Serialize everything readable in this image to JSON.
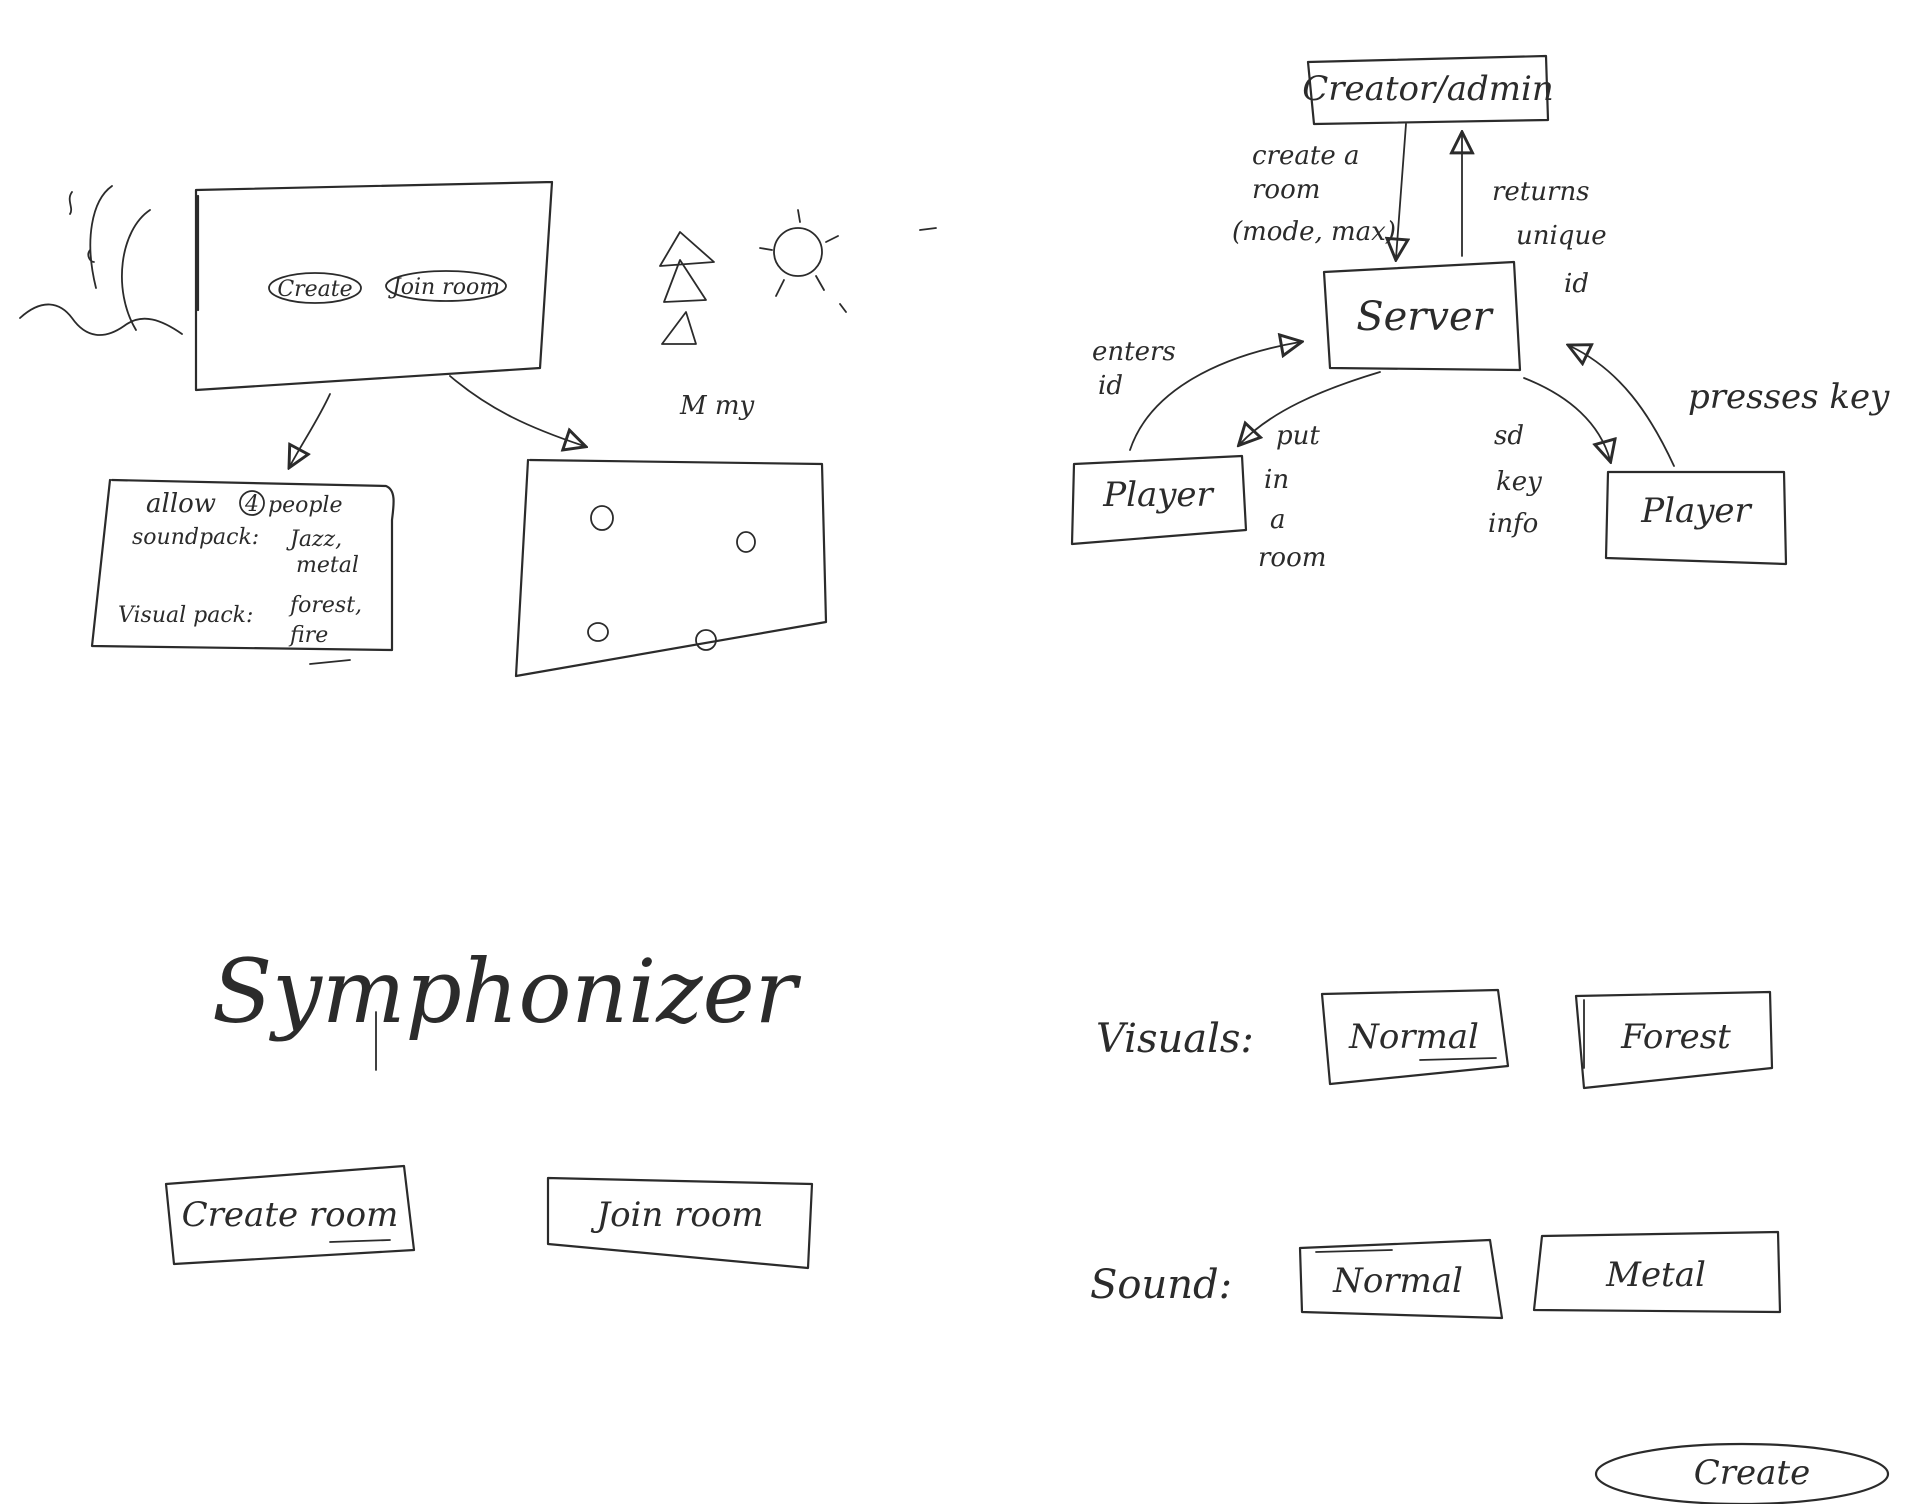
{
  "wireframe_sketch": {
    "sketch_room_screen": {
      "create_label": "Create",
      "join_label": "Join room"
    },
    "room_options_card": {
      "allow_prefix": "allow",
      "people_count": "4",
      "people_suffix": "people",
      "soundpack_label": "soundpack:",
      "soundpack_value_1": "Jazz,",
      "soundpack_value_2": "metal",
      "visualpack_label": "Visual pack:",
      "visualpack_value_1": "forest,",
      "visualpack_value_2": "fire"
    },
    "doodle_text": "M my"
  },
  "architecture": {
    "creator_node": "Creator/admin",
    "server_node": "Server",
    "player_left_node": "Player",
    "player_right_node": "Player",
    "edge_create_room": [
      "create a",
      "room",
      "(mode, max)"
    ],
    "edge_returns_id": [
      "returns",
      "unique",
      "id"
    ],
    "edge_enters_id": [
      "enters",
      "id"
    ],
    "edge_put_in_room": [
      "put",
      "in",
      "a",
      "room"
    ],
    "edge_sends_key_info": [
      "sd",
      "key",
      "info"
    ],
    "edge_presses_key": "presses key"
  },
  "home_screen": {
    "app_title": "Symphonizer",
    "create_room_button": "Create room",
    "join_room_button": "Join room"
  },
  "create_screen": {
    "visuals_label": "Visuals:",
    "visuals_options": [
      "Normal",
      "Forest"
    ],
    "sound_label": "Sound:",
    "sound_options": [
      "Normal",
      "Metal"
    ],
    "create_button": "Create"
  }
}
